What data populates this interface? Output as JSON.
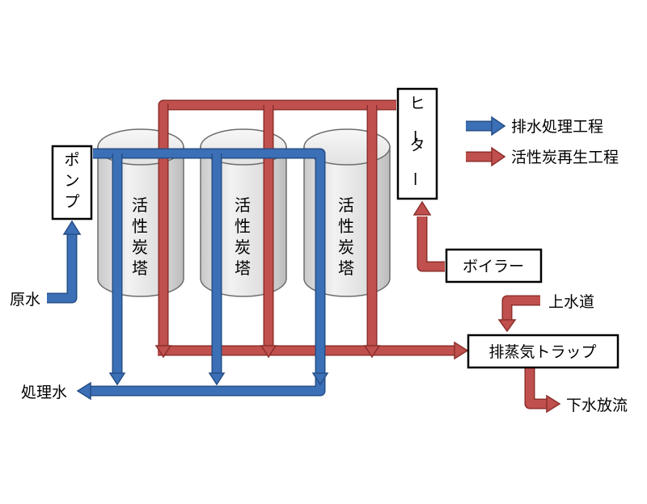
{
  "colors": {
    "treatment_blue": "#3b6fb6",
    "regeneration_red": "#c0504d",
    "tower_fill": "#dcdcdc"
  },
  "legend": {
    "treatment": "排水処理工程",
    "regeneration": "活性炭再生工程"
  },
  "boxes": {
    "pump": "ポンプ",
    "heater": "ヒーター",
    "boiler": "ボイラー",
    "steam_trap": "排蒸気トラップ"
  },
  "towers": [
    "活性炭塔",
    "活性炭塔",
    "活性炭塔"
  ],
  "labels": {
    "raw_water": "原水",
    "treated_water": "処理水",
    "tap_water": "上水道",
    "sewer_discharge": "下水放流"
  }
}
